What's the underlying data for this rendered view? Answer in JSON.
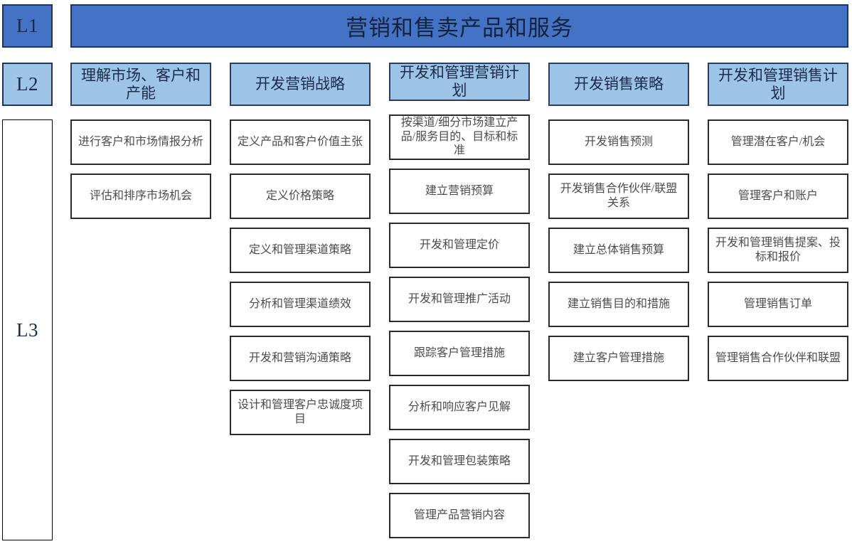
{
  "levels": {
    "l1_label": "L1",
    "l2_label": "L2",
    "l3_label": "L3"
  },
  "colors": {
    "l1_fill": "#4472C4",
    "l2_fill": "#9DC3E6",
    "l3_fill": "#FFFFFF",
    "border_dark": "#20335C",
    "border_box": "#2B2B2B"
  },
  "l1": {
    "title": "营销和售卖产品和服务"
  },
  "columns": [
    {
      "l2": "理解市场、客户和产能",
      "activities": [
        "进行客户和市场情报分析",
        "评估和排序市场机会"
      ]
    },
    {
      "l2": "开发营销战略",
      "activities": [
        "定义产品和客户价值主张",
        "定义价格策略",
        "定义和管理渠道策略",
        "分析和管理渠道绩效",
        "开发和营销沟通策略",
        "设计和管理客户忠诚度项目"
      ]
    },
    {
      "l2": "开发和管理营销计划",
      "activities": [
        "按渠道/细分市场建立产品/服务目的、目标和标准",
        "建立营销预算",
        "开发和管理定价",
        "开发和管理推广活动",
        "跟踪客户管理措施",
        "分析和响应客户见解",
        "开发和管理包装策略",
        "管理产品营销内容"
      ]
    },
    {
      "l2": "开发销售策略",
      "activities": [
        "开发销售预测",
        "开发销售合作伙伴/联盟关系",
        "建立总体销售预算",
        "建立销售目的和措施",
        "建立客户管理措施"
      ]
    },
    {
      "l2": "开发和管理销售计划",
      "activities": [
        "管理潜在客户/机会",
        "管理客户和账户",
        "开发和管理销售提案、投标和报价",
        "管理销售订单",
        "管理销售合作伙伴和联盟"
      ]
    }
  ]
}
